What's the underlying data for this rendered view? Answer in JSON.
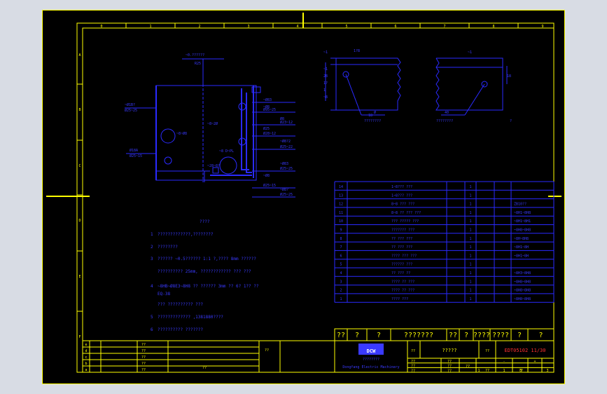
{
  "column_numbers": [
    "0",
    "1",
    "2",
    "3",
    "4",
    "5",
    "6",
    "7",
    "8",
    "9"
  ],
  "row_letters": [
    "A",
    "B",
    "C",
    "D",
    "E",
    "F"
  ],
  "notes": {
    "title": "????",
    "lines": [
      {
        "n": "1",
        "t": "?????????????,????????"
      },
      {
        "n": "2",
        "t": "????????"
      },
      {
        "n": "3",
        "t": "?????? ~0.5??????  1:1 ?,????   8mm ??????"
      },
      {
        "n": "",
        "t": "??????????  25mm, ????????????   ??? ???"
      },
      {
        "n": "4",
        "t": "~8HB~Ø8E3~8H8      ?? ??????  3mm ?? 6? 1?? ??"
      },
      {
        "n": "",
        "t": "EQ-38"
      },
      {
        "n": "",
        "t": "???  ??????????    ???"
      },
      {
        "n": "5",
        "t": "?????????????    ,1381880????"
      },
      {
        "n": "6",
        "t": "??????????  ???????"
      }
    ]
  },
  "parts_list": {
    "rows": [
      {
        "no": "14",
        "name": "1~8??? ???",
        "qty": "1",
        "note": ""
      },
      {
        "no": "13",
        "name": "1~8??? ???",
        "qty": "1",
        "note": ""
      },
      {
        "no": "12",
        "name": "8~8 ??? ???",
        "qty": "1",
        "note": "ZB10??"
      },
      {
        "no": "11",
        "name": "8~8 ?? ??? ???",
        "qty": "1",
        "note": "~8H1~8H8"
      },
      {
        "no": "10",
        "name": "??? ?????  ???",
        "qty": "1",
        "note": "~8H1~8H1"
      },
      {
        "no": "9",
        "name": "???????  ???",
        "qty": "1",
        "note": "~8H8~8H8"
      },
      {
        "no": "8",
        "name": "?? ??? ???",
        "qty": "1",
        "note": "~8H~8H8"
      },
      {
        "no": "7",
        "name": "?? ??? ???",
        "qty": "1",
        "note": "~8H1~8H"
      },
      {
        "no": "6",
        "name": "???? ??? ???",
        "qty": "1",
        "note": "~8H1~8H"
      },
      {
        "no": "5",
        "name": "?????? ???",
        "qty": "1",
        "note": ""
      },
      {
        "no": "4",
        "name": "?? ??? ??",
        "qty": "1",
        "note": "~8H3~8H8"
      },
      {
        "no": "3",
        "name": "???? ?? ???",
        "qty": "1",
        "note": "~8H8~8H8"
      },
      {
        "no": "2",
        "name": "???? ?? ???",
        "qty": "1",
        "note": "~8H8~8H8"
      },
      {
        "no": "1",
        "name": "???? ???",
        "qty": "1",
        "note": "~8H8~8H8"
      }
    ],
    "header": [
      "??",
      "?",
      "?",
      "???????",
      "??",
      "?",
      "????",
      "????",
      "?",
      "?"
    ]
  },
  "title_block": {
    "rev_letters": [
      "e",
      "d",
      "c",
      "b",
      "a"
    ],
    "rev_marks": [
      "??",
      "??",
      "??",
      "??",
      "??"
    ],
    "mid_mark": "??",
    "bottom_mark": "??",
    "company_logo_text": "DCW",
    "company_name": "????????",
    "company_english": "Dongfang Electric Machinery",
    "drawing_title_label": "??",
    "drawing_title": "?????",
    "drawing_no_label": "??",
    "drawing_no": "EDT05102 11/30",
    "left_small": [
      "??",
      "??",
      "??"
    ],
    "mid_small": [
      "??",
      "??",
      "??"
    ],
    "scale_label": "??",
    "sheet_labels": [
      "??",
      "??"
    ],
    "sheet_values": [
      "1",
      "1",
      "3",
      "3"
    ],
    "plus_mark": "+",
    "minus_mark": "-"
  },
  "diagram_labels": {
    "top_dim": "~0.??????",
    "top_dim2": "R25",
    "left1": "~Ø1B?",
    "left1b": "Ø25~25",
    "left2": "Ø18A",
    "left2b": "Ø25~15",
    "mid_circle": "~8~Ø8",
    "mid1": "~8~2Ø",
    "mid2": "~28~8?",
    "mid3": "~8 D~PL",
    "right_labels": [
      "~Ø83",
      "~Ø8",
      "Ø95~25",
      "Ø8",
      "Ø23~12",
      "Ø25",
      "Ø28~12",
      "~Ø8?2",
      "Ø25~22",
      "~Ø83",
      "Ø25~25",
      "~Ø8",
      "Ø25~15",
      "~Ø8?",
      "Ø25~25"
    ],
    "detail1_dims": [
      "~1",
      "~1",
      "28",
      "1?",
      "1",
      "~8",
      "18",
      "Ø"
    ],
    "detail1_caption": "????????",
    "detail2_dims": [
      "~1",
      "40",
      "18"
    ],
    "detail2_caption": "????????",
    "detail1_top": "1?8",
    "detail2_top": "?"
  }
}
